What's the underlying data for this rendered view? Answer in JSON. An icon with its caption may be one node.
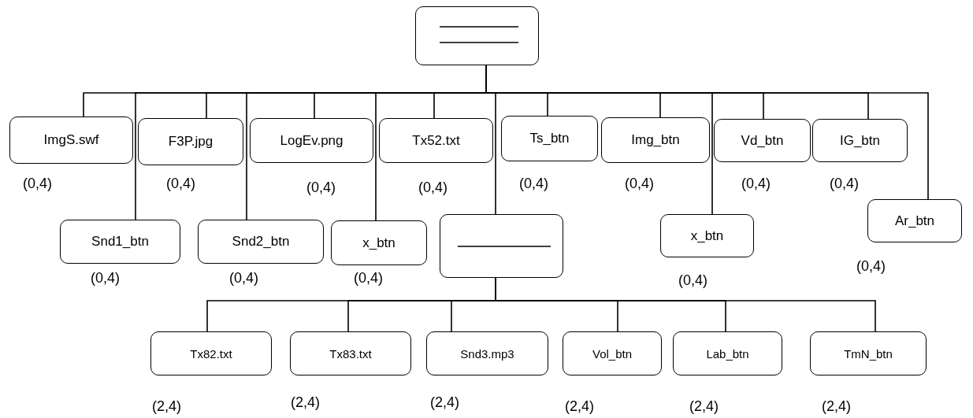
{
  "diagram": {
    "nodes": [
      {
        "text": [],
        "shape": "box"
      },
      {
        "text": [
          "ImgS.swf"
        ],
        "beside": [
          "(0,4)"
        ]
      },
      {
        "text": [
          "F3P.jpg"
        ],
        "beside": [
          "(0,4)"
        ]
      },
      {
        "text": [
          "LogEv.png"
        ],
        "beside": [
          "(0,4)"
        ]
      },
      {
        "text": [
          "Tx52.txt"
        ],
        "beside": [
          "(0,4)"
        ]
      },
      {
        "text": [
          "Ts_btn"
        ],
        "beside": [
          "(0,4)"
        ]
      },
      {
        "text": [
          "Img_btn"
        ],
        "beside": [
          "(0,4)"
        ]
      },
      {
        "text": [
          "Vd_btn"
        ],
        "beside": [
          "(0,4)"
        ]
      },
      {
        "text": [
          "IG_btn"
        ],
        "beside": [
          "(0,4)"
        ]
      },
      {
        "text": [
          "Snd1_btn"
        ],
        "beside": [
          "(0,4)"
        ]
      },
      {
        "text": [
          "Snd2_btn"
        ],
        "beside": [
          "(0,4)"
        ]
      },
      {
        "text": [
          "x_btn"
        ],
        "beside": [
          "(0,4)"
        ]
      },
      {
        "text": [],
        "shape": "box"
      },
      {
        "text": [
          "x_btn"
        ],
        "beside": [
          "(0,4)"
        ]
      },
      {
        "text": [
          "Ar_btn"
        ],
        "beside": [
          "(0,4)"
        ]
      },
      {
        "text": [
          "Tx82.txt"
        ],
        "beside": [
          "(2,4)"
        ]
      },
      {
        "text": [
          "Tx83.txt"
        ],
        "beside": [
          "(2,4)"
        ]
      },
      {
        "text": [
          "Snd3.mp3"
        ],
        "beside": [
          "(2,4)"
        ]
      },
      {
        "text": [
          "Vol_btn"
        ],
        "beside": [
          "(2,4)"
        ]
      },
      {
        "text": [
          "Lab_btn"
        ],
        "beside": [
          "(2,4)"
        ]
      },
      {
        "text": [
          "TmN_btn"
        ],
        "beside": [
          "(2,4)"
        ]
      }
    ],
    "edges": [
      {
        "from": 0,
        "to": 1,
        "arrow": "none"
      },
      {
        "from": 0,
        "to": 9,
        "arrow": "none"
      },
      {
        "from": 0,
        "to": 2,
        "arrow": "none"
      },
      {
        "from": 0,
        "to": 10,
        "arrow": "none"
      },
      {
        "from": 0,
        "to": 3,
        "arrow": "none"
      },
      {
        "from": 0,
        "to": 11,
        "arrow": "none"
      },
      {
        "from": 0,
        "to": 4,
        "arrow": "none"
      },
      {
        "from": 0,
        "to": 12,
        "arrow": "none"
      },
      {
        "from": 0,
        "to": 5,
        "arrow": "none"
      },
      {
        "from": 0,
        "to": 6,
        "arrow": "none"
      },
      {
        "from": 0,
        "to": 13,
        "arrow": "none"
      },
      {
        "from": 0,
        "to": 7,
        "arrow": "none"
      },
      {
        "from": 0,
        "to": 8,
        "arrow": "none"
      },
      {
        "from": 0,
        "to": 14,
        "arrow": "none"
      },
      {
        "from": 12,
        "to": 15,
        "arrow": "none"
      },
      {
        "from": 12,
        "to": 16,
        "arrow": "none"
      },
      {
        "from": 12,
        "to": 17,
        "arrow": "none"
      },
      {
        "from": 12,
        "to": 18,
        "arrow": "none"
      },
      {
        "from": 12,
        "to": 19,
        "arrow": "none"
      },
      {
        "from": 12,
        "to": 20,
        "arrow": "none"
      }
    ]
  }
}
